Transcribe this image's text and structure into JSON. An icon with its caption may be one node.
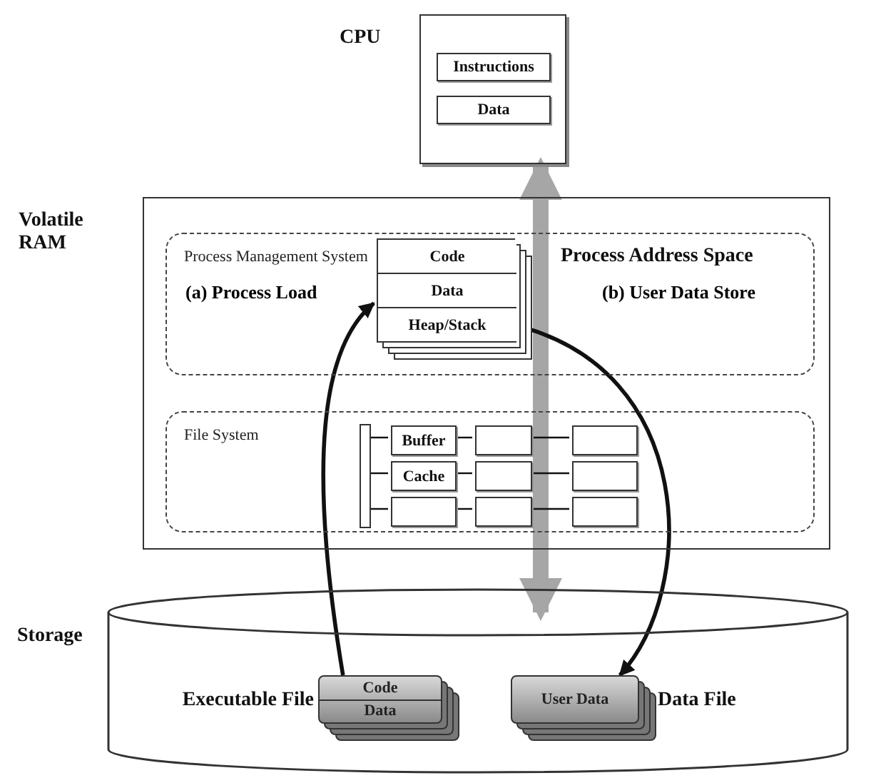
{
  "diagram": {
    "nodes": [
      {
        "text": [
          "CPU"
        ]
      },
      {
        "text": [
          "Instructions"
        ],
        "in": 0
      },
      {
        "text": [
          "Data"
        ],
        "in": 0
      },
      {
        "text": [
          "Volatile RAM"
        ]
      },
      {
        "text": [
          "Process Management System"
        ],
        "in": 3
      },
      {
        "text": [
          "Process Address Space"
        ],
        "in": 4
      },
      {
        "text": [
          "Code"
        ],
        "in": 5
      },
      {
        "text": [
          "Data"
        ],
        "in": 5
      },
      {
        "text": [
          "Heap/Stack"
        ],
        "in": 5
      },
      {
        "text": [
          "File System"
        ],
        "in": 3
      },
      {
        "text": [],
        "shape": "bar",
        "in": 9
      },
      {
        "text": [
          "Buffer"
        ],
        "in": 9
      },
      {
        "text": [],
        "shape": "box",
        "in": 9
      },
      {
        "text": [],
        "shape": "box",
        "in": 9
      },
      {
        "text": [
          "Cache"
        ],
        "in": 9
      },
      {
        "text": [],
        "shape": "box",
        "in": 9
      },
      {
        "text": [],
        "shape": "box",
        "in": 9
      },
      {
        "text": [],
        "shape": "box",
        "in": 9
      },
      {
        "text": [],
        "shape": "box",
        "in": 9
      },
      {
        "text": [],
        "shape": "box",
        "in": 9
      },
      {
        "text": [
          "Storage"
        ]
      },
      {
        "text": [
          "Code",
          "Data"
        ],
        "beside": [
          "Executable File"
        ],
        "in": 20
      },
      {
        "text": [
          "User Data"
        ],
        "beside": [
          "Data File"
        ],
        "in": 20
      }
    ],
    "edges": [
      {
        "from": 0,
        "to": 20,
        "arrow": "both",
        "style": "thick",
        "color": "#a6a6a6"
      },
      {
        "from": 21,
        "to": 5,
        "arrow": "to",
        "label": "(a) Process Load",
        "style": "thick"
      },
      {
        "from": 8,
        "to": 22,
        "arrow": "to",
        "label": "(b) User Data Store",
        "style": "thick"
      },
      {
        "from": 10,
        "to": 11,
        "arrow": "none"
      },
      {
        "from": 10,
        "to": 14,
        "arrow": "none"
      },
      {
        "from": 10,
        "to": 17,
        "arrow": "none"
      },
      {
        "from": 11,
        "to": 12,
        "arrow": "none"
      },
      {
        "from": 12,
        "to": 13,
        "arrow": "none"
      },
      {
        "from": 14,
        "to": 15,
        "arrow": "none"
      },
      {
        "from": 15,
        "to": 16,
        "arrow": "none"
      },
      {
        "from": 17,
        "to": 18,
        "arrow": "none"
      },
      {
        "from": 18,
        "to": 19,
        "arrow": "none"
      }
    ]
  }
}
